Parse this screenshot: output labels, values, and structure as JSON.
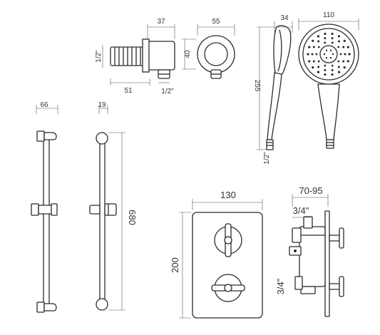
{
  "colors": {
    "line": "#2b2b2b",
    "dimension_text": "#333333",
    "background": "#ffffff"
  },
  "wall_outlet": {
    "side": {
      "thread_label": "1/2\"",
      "width_label": "37",
      "length_label": "51",
      "bottom_thread_label": "1/2\""
    },
    "front": {
      "height_label": "40",
      "diameter_label": "55"
    }
  },
  "handset": {
    "side": {
      "depth_label": "34",
      "length_label": "255",
      "thread_label": "1/2\""
    },
    "front": {
      "head_diameter_label": "110"
    }
  },
  "riser_rail": {
    "front": {
      "bracket_width_label": "66"
    },
    "side": {
      "depth_label": "19",
      "length_label": "680"
    }
  },
  "valve": {
    "front": {
      "plate_width_label": "130",
      "plate_height_label": "200"
    },
    "side": {
      "depth_label": "70-95",
      "top_thread_label": "3/4\"",
      "bottom_thread_label": "3/4\""
    }
  }
}
